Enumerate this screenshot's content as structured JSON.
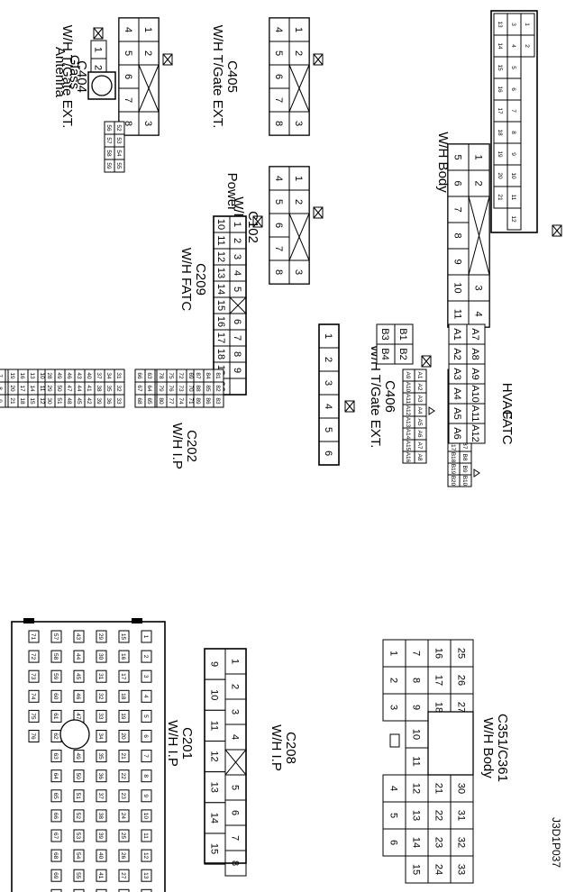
{
  "figure_id": "J3D1P037",
  "connectors": [
    {
      "id": "glass_antenna",
      "code": "",
      "name": [
        "Glass",
        "Antenna"
      ],
      "pins": [
        [
          "1",
          "2"
        ]
      ]
    },
    {
      "id": "c405",
      "code": "C405",
      "name": [
        "W/H T/Gate EXT."
      ],
      "pins": [
        [
          "1",
          "2",
          "",
          "3"
        ],
        [
          "4",
          "5",
          "6",
          "7",
          "8"
        ]
      ]
    },
    {
      "id": "c404",
      "code": "C404",
      "name": [
        "W/H T/Gate EXT."
      ],
      "pins": [
        [
          "1",
          "2",
          "",
          "3"
        ],
        [
          "4",
          "5",
          "6",
          "7",
          "8"
        ]
      ]
    },
    {
      "id": "c101",
      "code": "C101",
      "name": [
        "W/H Body"
      ],
      "pins": [
        [
          "1",
          "2"
        ],
        [
          "3",
          "4",
          "5",
          "6",
          "7",
          "8",
          "9",
          "10",
          "11",
          "12"
        ],
        [
          "13",
          "14",
          "15",
          "16",
          "17",
          "18",
          "19",
          "20",
          "21"
        ]
      ]
    },
    {
      "id": "c102",
      "code": "C102",
      "name": [
        "W/H Body"
      ],
      "pins": [
        [
          "1",
          "2",
          "",
          "3",
          "4"
        ],
        [
          "5",
          "6",
          "7",
          "8",
          "9",
          "10",
          "11"
        ]
      ]
    },
    {
      "id": "power_mirror",
      "code": "",
      "name": [
        "Power Mirror Unit"
      ],
      "pins": [
        [
          "1",
          "2",
          "",
          "3"
        ],
        [
          "4",
          "5",
          "6",
          "7",
          "8"
        ]
      ]
    },
    {
      "id": "fatc",
      "code": "",
      "name": [
        "FATC"
      ],
      "pins": [
        [
          "A1",
          "A2",
          "A3",
          "A4",
          "A5",
          "A6",
          "A7",
          "A8"
        ],
        [
          "A9",
          "A10",
          "A11",
          "A12",
          "A13",
          "A14",
          "A15",
          "A16"
        ],
        [
          "B1",
          "B2",
          "B3",
          "B4",
          "B5",
          "B6",
          "B7",
          "B8",
          "B9",
          "B10"
        ],
        [
          "B11",
          "B12",
          "B13",
          "B14",
          "B15",
          "B16",
          "B17",
          "B18",
          "B19",
          "B20"
        ]
      ]
    },
    {
      "id": "c406",
      "code": "C406",
      "name": [
        "W/H T/Gate EXT."
      ],
      "pins": [
        [
          "1",
          "2",
          "3",
          "4",
          "5",
          "6"
        ]
      ]
    },
    {
      "id": "c209",
      "code": "C209",
      "name": [
        "W/H FATC"
      ],
      "pins": [
        [
          "1",
          "2",
          "3",
          "4",
          "5",
          "",
          "6",
          "7",
          "8",
          "9"
        ],
        [
          "10",
          "11",
          "12",
          "13",
          "14",
          "15",
          "16",
          "17",
          "18",
          "19",
          "20"
        ]
      ]
    },
    {
      "id": "c202",
      "code": "C202",
      "name": [
        "W/H I.P"
      ],
      "pins": [
        [
          "1",
          "2",
          "3",
          "4",
          "5",
          "6",
          "7",
          "8",
          "9"
        ],
        [
          "10",
          "11",
          "12",
          "13",
          "14",
          "15",
          "16",
          "17",
          "18",
          "19",
          "20",
          "21"
        ],
        [
          "22",
          "23",
          "24",
          "25",
          "26",
          "27",
          "28",
          "29",
          "30"
        ],
        [
          "31",
          "32",
          "33",
          "34",
          "35",
          "36",
          "37",
          "38",
          "39",
          "40",
          "41",
          "42",
          "43",
          "44",
          "45",
          "46",
          "47",
          "48",
          "49",
          "50",
          "51"
        ],
        [
          "52",
          "53",
          "54",
          "55",
          "56",
          "57",
          "58",
          "59"
        ],
        [
          "60",
          "61",
          "62",
          "63",
          "64",
          "65",
          "66",
          "67",
          "68"
        ],
        [
          "69",
          "70",
          "71",
          "72",
          "73",
          "74",
          "75",
          "76",
          "77",
          "78",
          "79",
          "80"
        ],
        [
          "81",
          "82",
          "83",
          "84",
          "85",
          "86",
          "87",
          "88",
          "89"
        ]
      ]
    },
    {
      "id": "hvac",
      "code": "",
      "name": [
        "HVAC"
      ],
      "pins": [
        [
          "B1",
          "B2"
        ],
        [
          "B3",
          "B4"
        ],
        [
          "A1",
          "A2",
          "A3",
          "A4",
          "A5",
          "A6"
        ],
        [
          "A7",
          "A8",
          "A9",
          "A10",
          "A11",
          "A12"
        ]
      ]
    },
    {
      "id": "c201",
      "code": "C201",
      "name": [
        "W/H I.P"
      ],
      "pins": [
        [
          "1",
          "2",
          "3",
          "4",
          "5",
          "6",
          "7",
          "8",
          "9",
          "10",
          "11",
          "12",
          "13",
          "14",
          "15"
        ],
        [
          "16",
          "17",
          "18",
          "19",
          "20",
          "21",
          "22",
          "23",
          "24",
          "25",
          "26",
          "27",
          "28"
        ],
        [
          "29",
          "30",
          "31",
          "32",
          "33",
          "34",
          "35",
          "36",
          "37",
          "38",
          "39",
          "40",
          "41",
          "42",
          "43",
          "44",
          "45",
          "46",
          "47",
          "48",
          "49",
          "50",
          "51",
          "52",
          "53",
          "54",
          "55",
          "56",
          "57",
          "58",
          "59",
          "60",
          "61",
          "62",
          "63",
          "64",
          "65",
          "66",
          "67",
          "68",
          "69",
          "70",
          "71",
          "72",
          "73",
          "74",
          "75",
          "76"
        ]
      ]
    },
    {
      "id": "c208",
      "code": "C208",
      "name": [
        "W/H I.P"
      ],
      "pins": [
        [
          "1",
          "2",
          "3",
          "4",
          "",
          "5",
          "6",
          "7",
          "8"
        ],
        [
          "9",
          "10",
          "11",
          "12",
          "13",
          "14",
          "15"
        ]
      ]
    },
    {
      "id": "c351",
      "code": "C351/C361",
      "name": [
        "W/H Body"
      ],
      "pins": [
        [
          "1",
          "2",
          "3",
          "",
          "",
          "4",
          "5",
          "6"
        ],
        [
          "7",
          "8",
          "9",
          "10",
          "11",
          "12",
          "13",
          "14",
          "15"
        ],
        [
          "16",
          "17",
          "18",
          "19",
          "20",
          "21",
          "22",
          "23",
          "24"
        ],
        [
          "25",
          "26",
          "27",
          "28",
          "29",
          "30",
          "31",
          "32",
          "33"
        ]
      ]
    }
  ]
}
